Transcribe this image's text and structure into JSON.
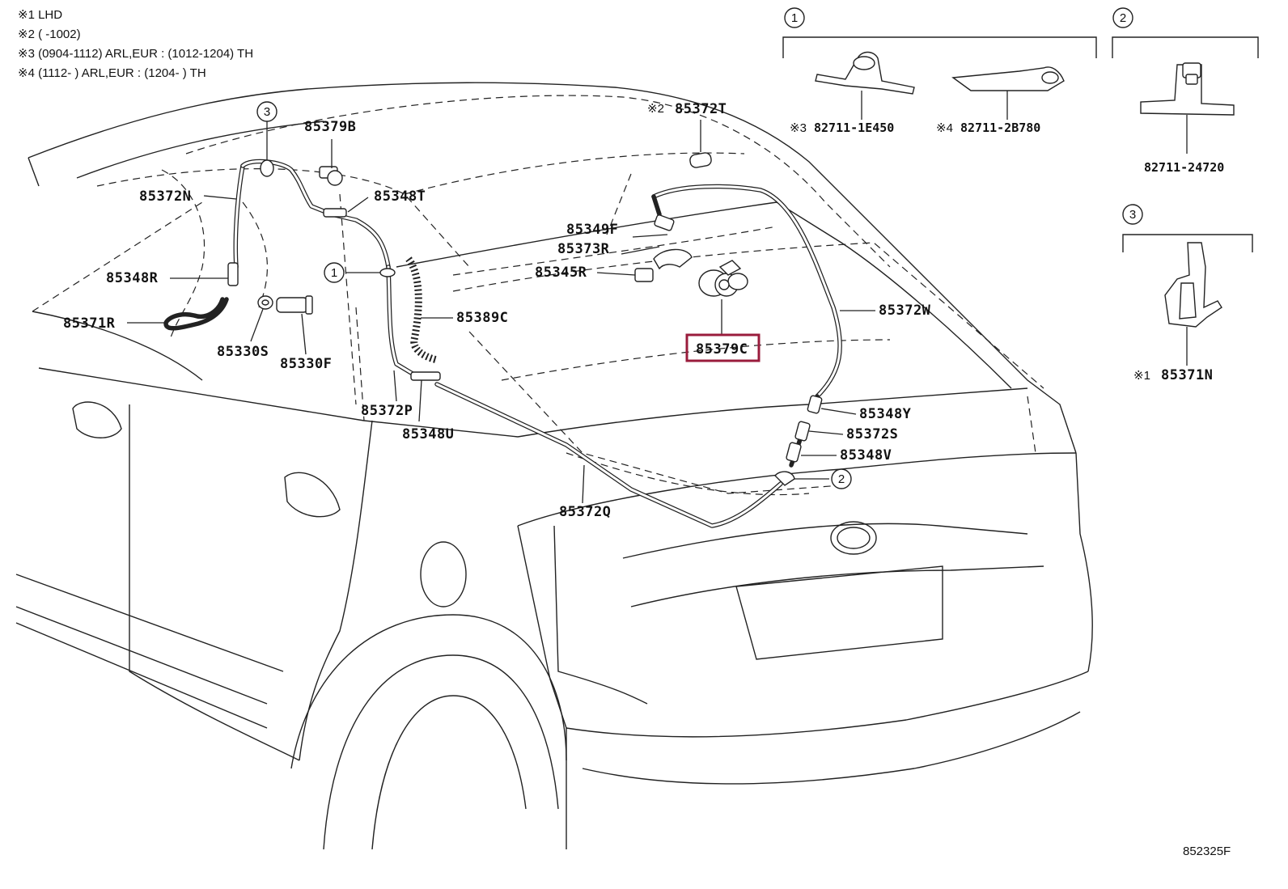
{
  "notes": [
    "※1 LHD",
    "※2 (        -1002)",
    "※3 (0904-1112) ARL,EUR : (1012-1204) TH",
    "※4 (1112-        ) ARL,EUR : (1204-        ) TH"
  ],
  "labels": {
    "p85379B": "85379B",
    "p85372N": "85372N",
    "p85348T": "85348T",
    "p85348R": "85348R",
    "p85371R": "85371R",
    "p85330S": "85330S",
    "p85330F": "85330F",
    "p85389C": "85389C",
    "p85372P": "85372P",
    "p85348U": "85348U",
    "p85372Q": "85372Q",
    "p85372T": "85372T",
    "p85349F": "85349F",
    "p85373R": "85373R",
    "p85345R": "85345R",
    "p85379C": "85379C",
    "p85372W": "85372W",
    "p85348Y": "85348Y",
    "p85372S": "85372S",
    "p85348V": "85348V",
    "p82711_1E450": "82711-1E450",
    "p82711_2B780": "82711-2B780",
    "p82711_24720": "82711-24720",
    "p85371N": "85371N"
  },
  "marks": {
    "m1": "※1",
    "m2": "※2",
    "m3": "※3",
    "m4": "※4"
  },
  "callouts": {
    "c1": "1",
    "c2": "2",
    "c3": "3"
  },
  "highlight": {
    "part": "85379C",
    "color": "#9a1c3c"
  },
  "figure_code": "852325F"
}
